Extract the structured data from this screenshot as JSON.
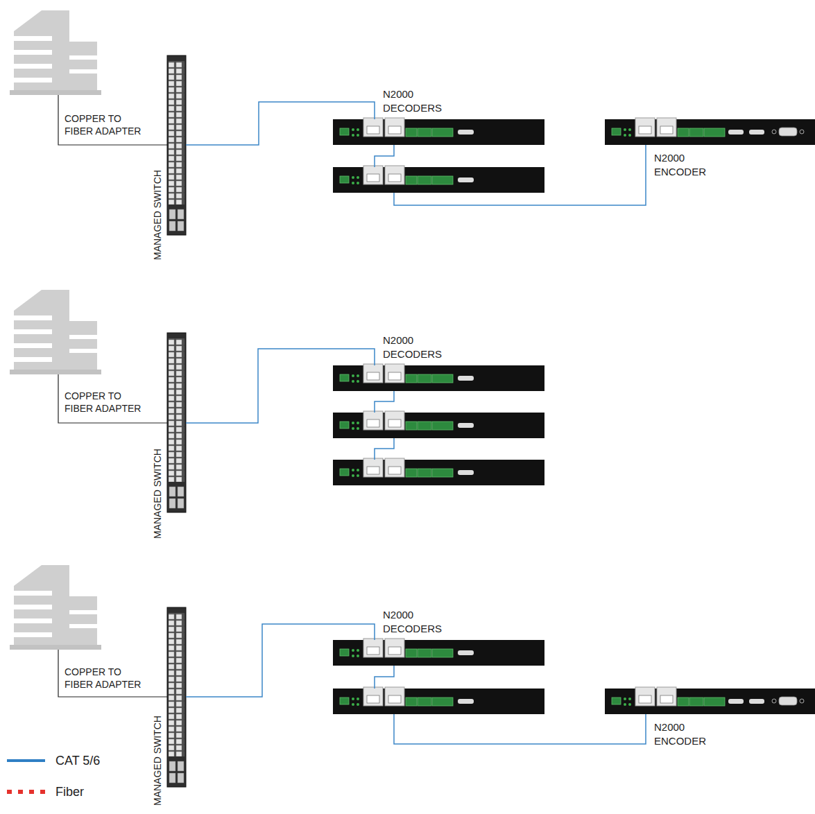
{
  "diagram": {
    "nodes": [
      {
        "text": [
          "MANAGED SWITCH"
        ]
      },
      {
        "text": [
          "N2000 DECODERS"
        ]
      },
      {
        "text": [
          "N2000 ENCODER"
        ]
      },
      {
        "text": [
          "MANAGED SWITCH"
        ]
      },
      {
        "text": [
          "N2000 DECODERS"
        ]
      },
      {
        "text": [
          "MANAGED SWITCH"
        ]
      },
      {
        "text": [
          "N2000 DECODERS"
        ]
      },
      {
        "text": [
          "N2000 ENCODER"
        ]
      }
    ],
    "edges": [
      {
        "from": 0,
        "to": 1,
        "arrow": "none"
      },
      {
        "from": 1,
        "to": 2,
        "arrow": "none"
      },
      {
        "from": 3,
        "to": 4,
        "arrow": "none"
      },
      {
        "from": 5,
        "to": 6,
        "arrow": "none"
      },
      {
        "from": 6,
        "to": 7,
        "arrow": "none"
      }
    ],
    "labels": [
      "COPPER TO FIBER ADAPTER",
      "COPPER TO FIBER ADAPTER",
      "COPPER TO FIBER ADAPTER"
    ],
    "legend": [
      {
        "text": "CAT 5/6"
      },
      {
        "text": "Fiber"
      }
    ]
  }
}
